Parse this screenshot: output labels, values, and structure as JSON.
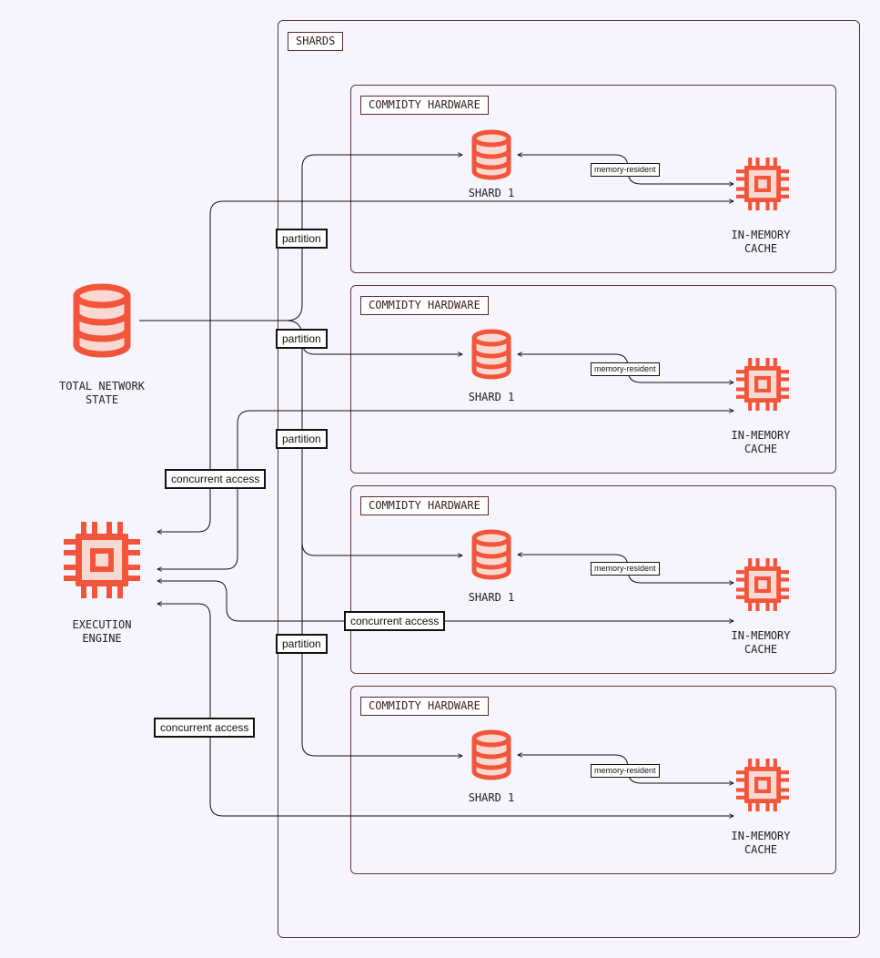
{
  "shards_title": "SHARDS",
  "source": {
    "label": "TOTAL NETWORK\nSTATE",
    "icon": "database-icon"
  },
  "engine": {
    "label": "EXECUTION\nENGINE",
    "icon": "chip-icon"
  },
  "hardware_boxes": [
    {
      "title": "COMMIDTY HARDWARE",
      "shard_label": "SHARD 1",
      "cache_label": "IN-MEMORY\nCACHE",
      "link_label": "memory-resident"
    },
    {
      "title": "COMMIDTY HARDWARE",
      "shard_label": "SHARD 1",
      "cache_label": "IN-MEMORY\nCACHE",
      "link_label": "memory-resident"
    },
    {
      "title": "COMMIDTY HARDWARE",
      "shard_label": "SHARD 1",
      "cache_label": "IN-MEMORY\nCACHE",
      "link_label": "memory-resident"
    },
    {
      "title": "COMMIDTY HARDWARE",
      "shard_label": "SHARD 1",
      "cache_label": "IN-MEMORY\nCACHE",
      "link_label": "memory-resident"
    }
  ],
  "partition_labels": [
    "partition",
    "partition",
    "partition",
    "partition"
  ],
  "concurrent_labels": [
    "concurrent access",
    "concurrent access",
    "concurrent access"
  ],
  "colors": {
    "accent": "#f2553a",
    "accent_fill": "#fbd9d3",
    "background": "#f6f4fc",
    "line": "#111111"
  }
}
